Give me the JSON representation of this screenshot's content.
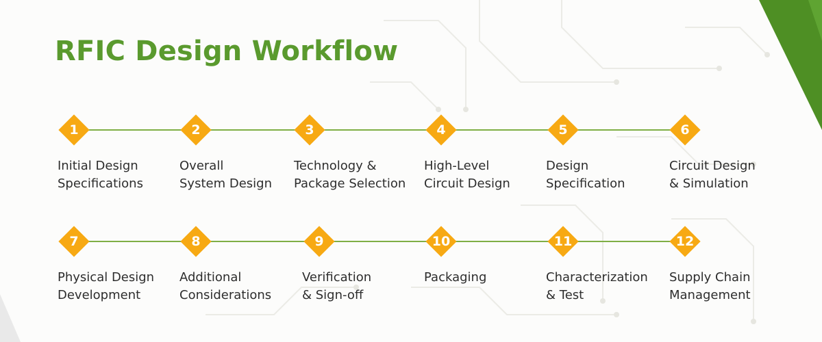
{
  "title": "RFIC Design Workflow",
  "colors": {
    "title_green": "#5a9a2e",
    "diamond_orange": "#f7a913",
    "connector_green": "#7fae45",
    "corner_green": "#4e8f24",
    "label_text": "#2d2d2d"
  },
  "steps": [
    {
      "number": "1",
      "label": "Initial Design\nSpecifications"
    },
    {
      "number": "2",
      "label": "Overall\nSystem Design"
    },
    {
      "number": "3",
      "label": "Technology &\nPackage Selection"
    },
    {
      "number": "4",
      "label": "High-Level\nCircuit Design"
    },
    {
      "number": "5",
      "label": "Design\nSpecification"
    },
    {
      "number": "6",
      "label": "Circuit Design\n& Simulation"
    },
    {
      "number": "7",
      "label": "Physical Design\nDevelopment"
    },
    {
      "number": "8",
      "label": "Additional\nConsiderations"
    },
    {
      "number": "9",
      "label": "Verification\n& Sign-off"
    },
    {
      "number": "10",
      "label": "Packaging"
    },
    {
      "number": "11",
      "label": "Characterization\n& Test"
    },
    {
      "number": "12",
      "label": "Supply Chain\nManagement"
    }
  ]
}
